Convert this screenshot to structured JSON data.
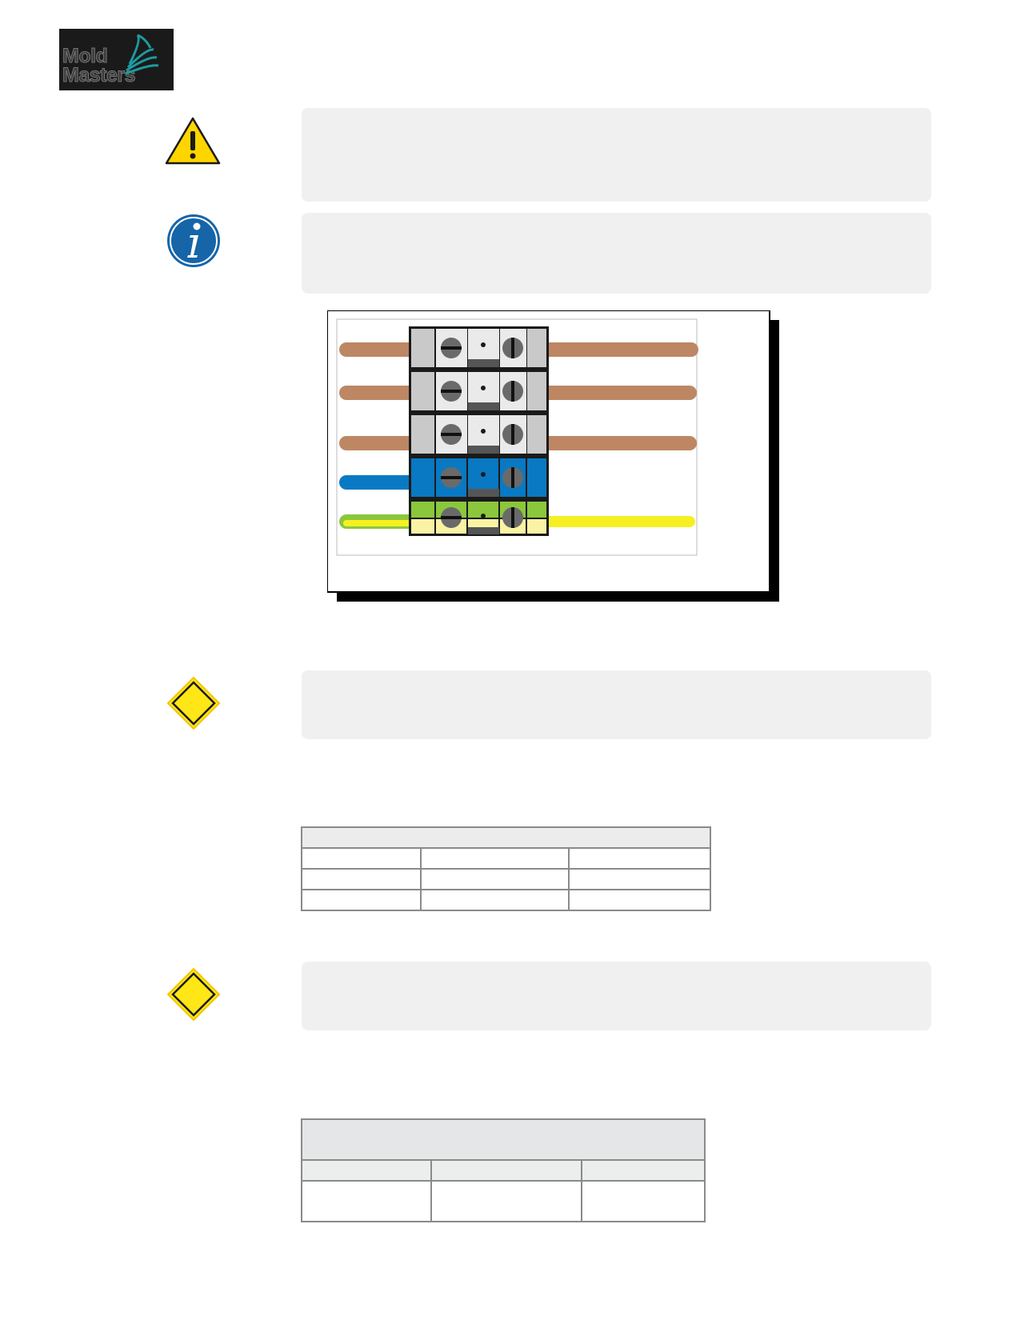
{
  "logo": {
    "line1": "Mold",
    "line2": "Masters"
  },
  "icons": {
    "warning": "warning-triangle-icon",
    "info": "info-circle-icon",
    "caution": "caution-diamond-icon"
  },
  "colors": {
    "warning_yellow": "#ffd500",
    "info_blue": "#1565a8",
    "caution_yellow": "#ffe617",
    "wire_brown": "#bd8764",
    "wire_blue": "#0979c3",
    "wire_yellow": "#f6f022",
    "wire_green": "#8bc73c",
    "note_box": "#f0f0f0"
  },
  "diagram": {
    "terminal_rows": [
      {
        "color": "grey",
        "left_wire": "brown",
        "right_wire": "brown"
      },
      {
        "color": "grey",
        "left_wire": "brown",
        "right_wire": "brown"
      },
      {
        "color": "grey",
        "left_wire": "brown",
        "right_wire": "brown"
      },
      {
        "color": "blue",
        "left_wire": "blue",
        "right_wire": ""
      },
      {
        "color": "green-yellow",
        "left_wire": "green-yellow",
        "right_wire": "yellow"
      }
    ]
  },
  "table1": {
    "header": "",
    "rows": [
      [
        "",
        "",
        ""
      ],
      [
        "",
        "",
        ""
      ],
      [
        "",
        "",
        ""
      ]
    ]
  },
  "table2": {
    "header": "",
    "rows": [
      [
        "",
        "",
        ""
      ],
      [
        "",
        "",
        ""
      ]
    ]
  }
}
